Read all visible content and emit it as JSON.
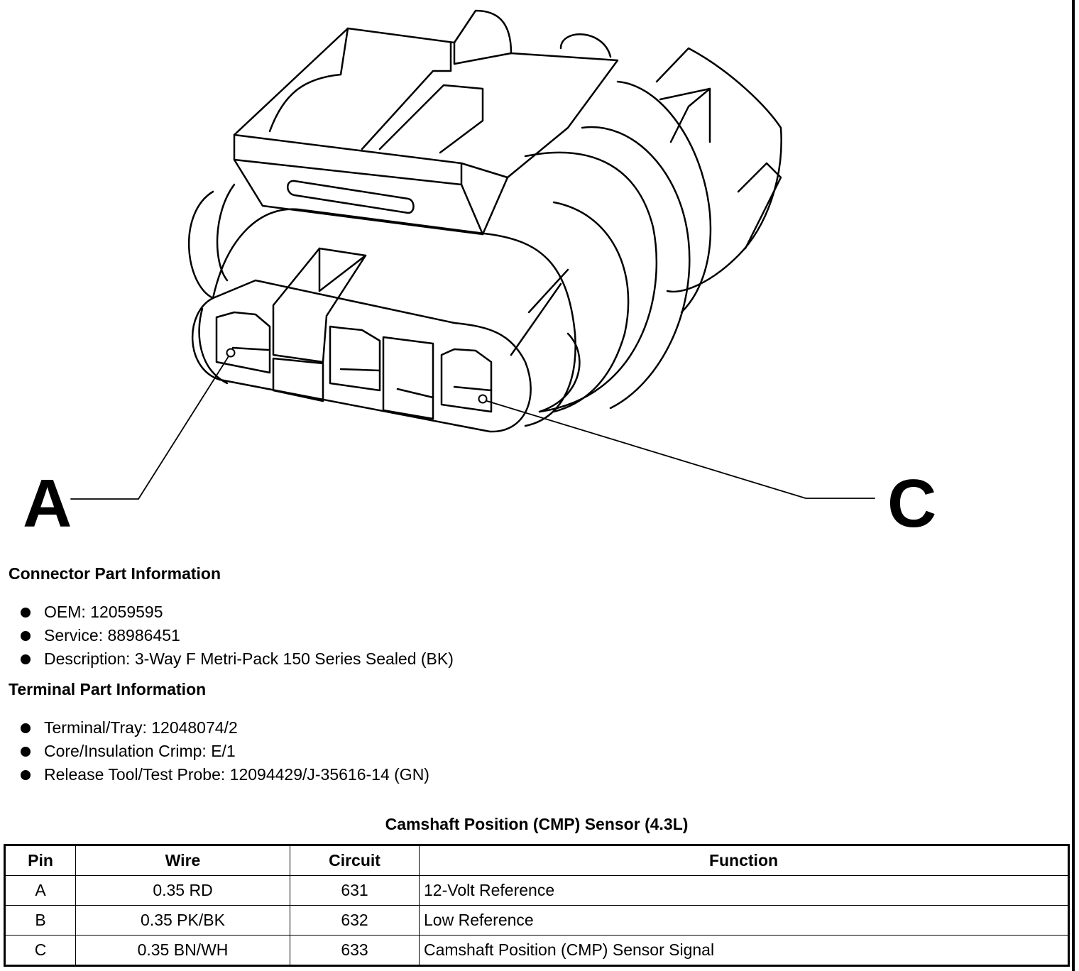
{
  "diagram": {
    "pin_labels": [
      "A",
      "C"
    ]
  },
  "connector_info": {
    "title": "Connector Part Information",
    "items": [
      "OEM: 12059595",
      "Service: 88986451",
      "Description: 3-Way F Metri-Pack 150 Series Sealed (BK)"
    ]
  },
  "terminal_info": {
    "title": "Terminal Part Information",
    "items": [
      "Terminal/Tray: 12048074/2",
      "Core/Insulation Crimp: E/1",
      "Release Tool/Test Probe: 12094429/J-35616-14 (GN)"
    ]
  },
  "table": {
    "title": "Camshaft Position (CMP) Sensor (4.3L)",
    "headers": [
      "Pin",
      "Wire",
      "Circuit",
      "Function"
    ],
    "rows": [
      [
        "A",
        "0.35 RD",
        "631",
        "12-Volt Reference"
      ],
      [
        "B",
        "0.35 PK/BK",
        "632",
        "Low Reference"
      ],
      [
        "C",
        "0.35 BN/WH",
        "633",
        "Camshaft Position (CMP) Sensor Signal"
      ]
    ]
  }
}
